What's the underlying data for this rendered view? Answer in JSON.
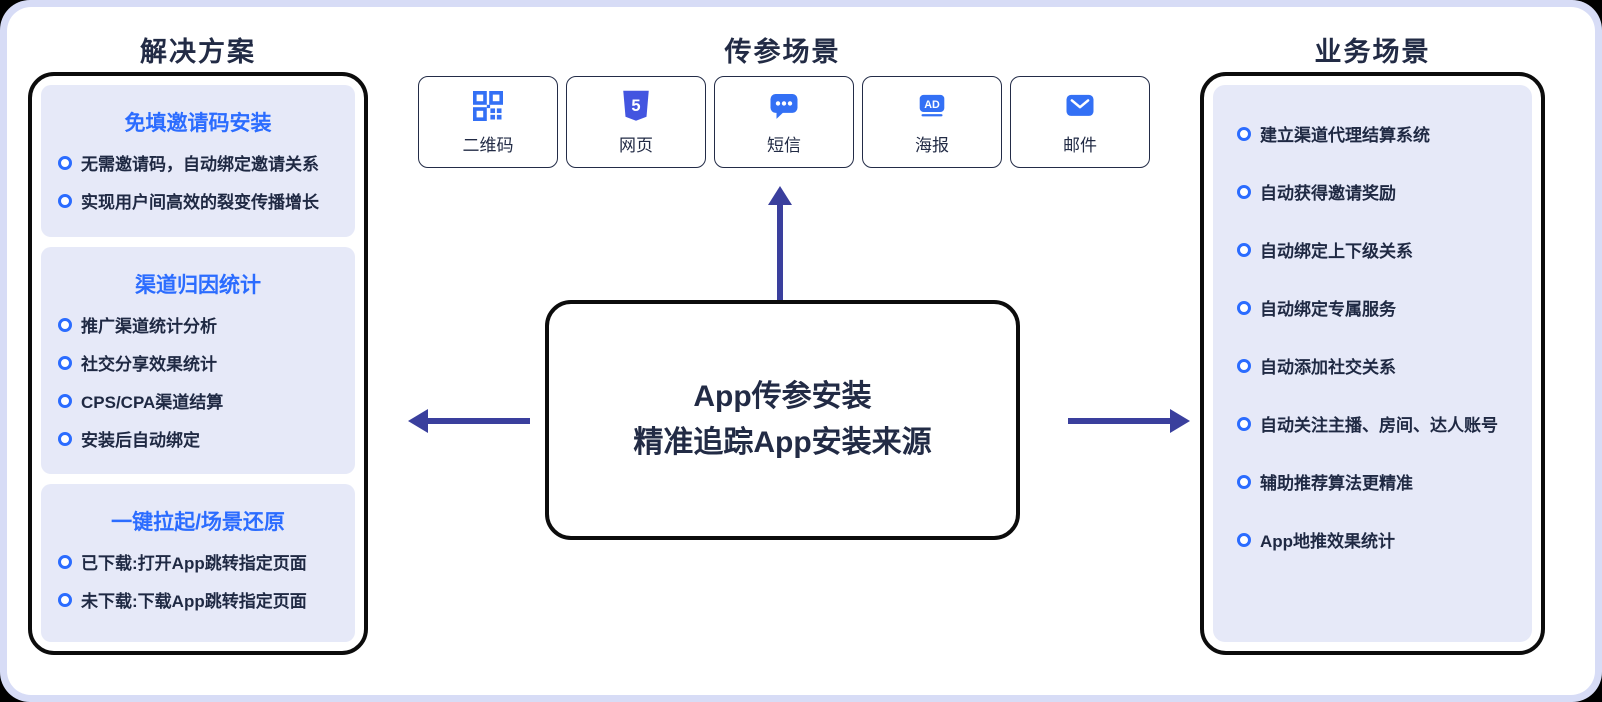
{
  "left": {
    "title": "解决方案",
    "groups": [
      {
        "title": "免填邀请码安装",
        "items": [
          "无需邀请码，自动绑定邀请关系",
          "实现用户间高效的裂变传播增长"
        ]
      },
      {
        "title": "渠道归因统计",
        "items": [
          "推广渠道统计分析",
          "社交分享效果统计",
          "CPS/CPA渠道结算",
          "安装后自动绑定"
        ]
      },
      {
        "title": "一键拉起/场景还原",
        "items": [
          "已下载:打开App跳转指定页面",
          "未下载:下载App跳转指定页面"
        ]
      }
    ]
  },
  "center": {
    "title": "传参场景",
    "channels": [
      {
        "label": "二维码",
        "icon": "qr-code-icon"
      },
      {
        "label": "网页",
        "icon": "html5-icon",
        "icon_glyph": "5"
      },
      {
        "label": "短信",
        "icon": "sms-bubble-icon"
      },
      {
        "label": "海报",
        "icon": "ad-poster-icon",
        "badge_label": "AD"
      },
      {
        "label": "邮件",
        "icon": "mail-icon"
      }
    ],
    "core": {
      "line1": "App传参安装",
      "line2": "精准追踪App安装来源"
    }
  },
  "right": {
    "title": "业务场景",
    "items": [
      "建立渠道代理结算系统",
      "自动获得邀请奖励",
      "自动绑定上下级关系",
      "自动绑定专属服务",
      "自动添加社交关系",
      "自动关注主播、房间、达人账号",
      "辅助推荐算法更精准",
      "App地推效果统计"
    ]
  },
  "colors": {
    "accent_blue": "#2b6cff",
    "icon_blue": "#3370f5",
    "html5_indigo": "#4355e0",
    "arrow_indigo": "#3a3f9d",
    "text_navy": "#222b45",
    "group_bg": "#e6e9f8",
    "frame_lavender": "#d7dcf6",
    "panel_border": "#0c0c0c"
  }
}
